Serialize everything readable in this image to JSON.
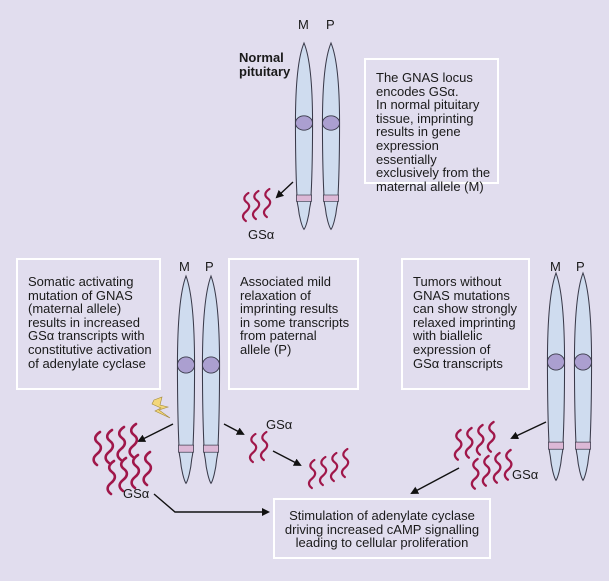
{
  "normal": {
    "title_line1": "Normal",
    "title_line2": "pituitary",
    "allele_m": "M",
    "allele_p": "P",
    "info_lines": [
      "The GNAS locus",
      "encodes GSα.",
      "In normal pituitary",
      "tissue, imprinting",
      "results in gene",
      "expression essentially",
      "exclusively from the",
      "maternal allele (M)"
    ],
    "product_label": "GSα"
  },
  "mutation": {
    "allele_m": "M",
    "allele_p": "P",
    "info_lines": [
      "Somatic activating",
      "mutation of GNAS",
      "(maternal allele)",
      "results in increased",
      "GSα transcripts with",
      "constitutive activation",
      "of adenylate cyclase"
    ],
    "relax_lines": [
      "Associated mild",
      "relaxation of",
      "imprinting results",
      "in some transcripts",
      "from paternal",
      "allele (P)"
    ],
    "product_label_m": "GSα",
    "product_label_p": "GSα"
  },
  "tumor": {
    "allele_m": "M",
    "allele_p": "P",
    "info_lines": [
      "Tumors without",
      "GNAS mutations",
      "can show strongly",
      "relaxed imprinting",
      "with biallelic",
      "expression of",
      "GSα transcripts"
    ],
    "product_label": "GSα"
  },
  "outcome": {
    "lines": [
      "Stimulation of adenylate cyclase",
      "driving increased cAMP signalling",
      "leading to cellular proliferation"
    ]
  },
  "colors": {
    "background": "#e1ddee",
    "chromosome_fill": "#cfdcef",
    "centromere": "#ab9fd0",
    "gene_band": "#dcb8d6",
    "transcript": "#a0174a",
    "mutation_bolt": "#f3d77a"
  }
}
